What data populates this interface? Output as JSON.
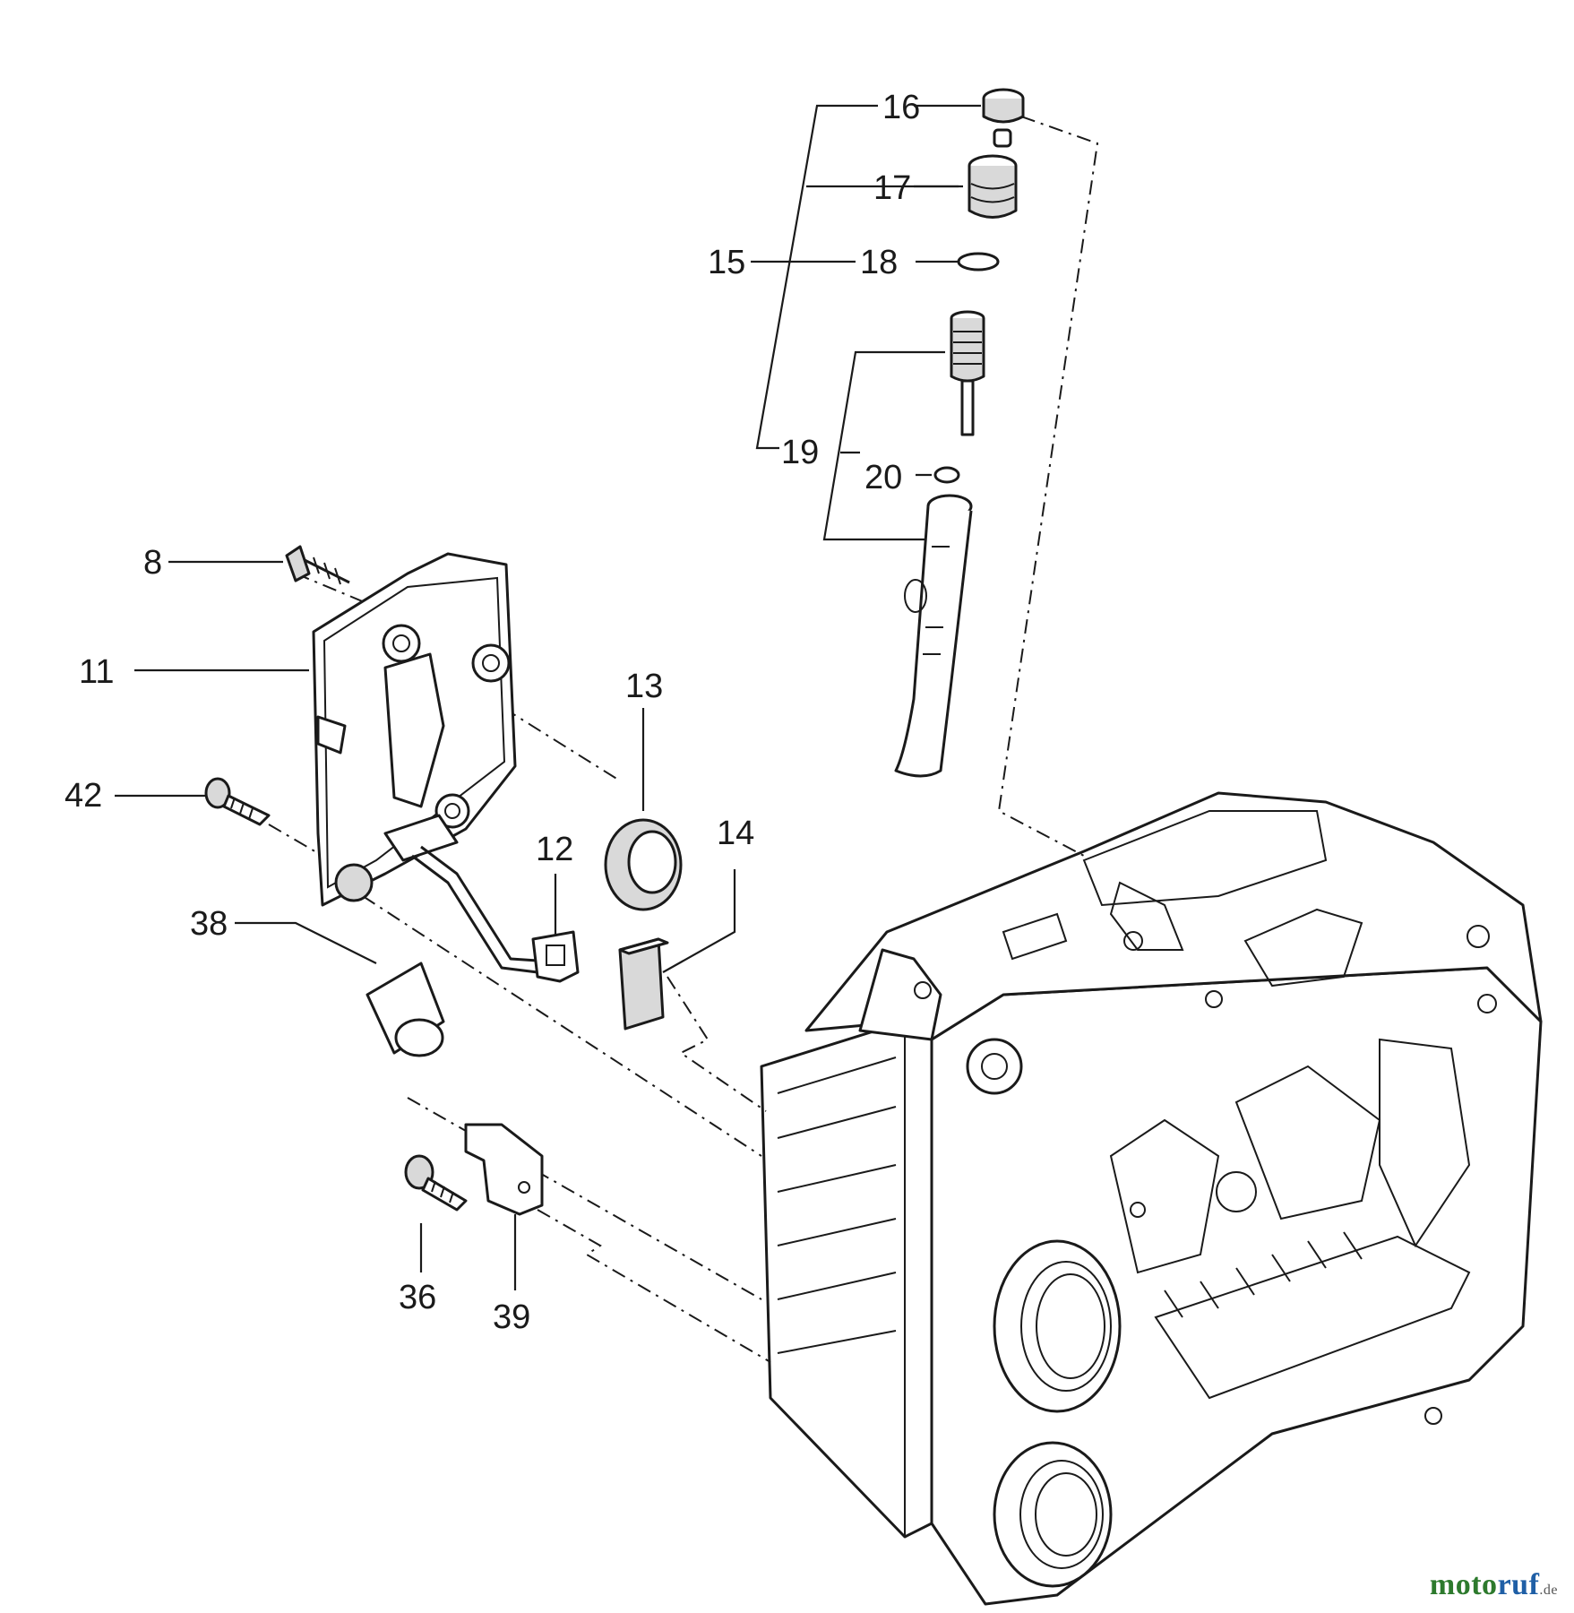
{
  "labels": {
    "p8": "8",
    "p11": "11",
    "p12": "12",
    "p13": "13",
    "p14": "14",
    "p15": "15",
    "p16": "16",
    "p17": "17",
    "p18": "18",
    "p19": "19",
    "p20": "20",
    "p36": "36",
    "p38": "38",
    "p39": "39",
    "p42": "42"
  },
  "watermark": {
    "part1": "moto",
    "part2": "ruf",
    "suffix": ".de"
  }
}
